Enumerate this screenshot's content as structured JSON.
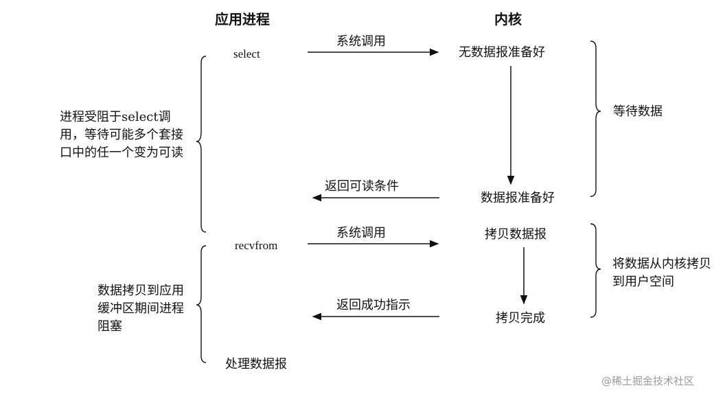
{
  "headers": {
    "app": "应用进程",
    "kernel": "内核"
  },
  "phase1": {
    "app_call": "select",
    "syscall_label": "系统调用",
    "kernel_start": "无数据报准备好",
    "kernel_ready": "数据报准备好",
    "return_label": "返回可读条件",
    "left_note": "进程受阻于select调用，等待可能多个套接口中的任一个变为可读",
    "right_note": "等待数据"
  },
  "phase2": {
    "app_call": "recvfrom",
    "syscall_label": "系统调用",
    "kernel_start": "拷贝数据报",
    "kernel_done": "拷贝完成",
    "return_label": "返回成功指示",
    "left_note": "数据拷贝到应用缓冲区期间进程阻塞",
    "right_note": "将数据从内核拷贝到用户空间",
    "final": "处理数据报"
  },
  "watermark": "@稀土掘金技术社区"
}
